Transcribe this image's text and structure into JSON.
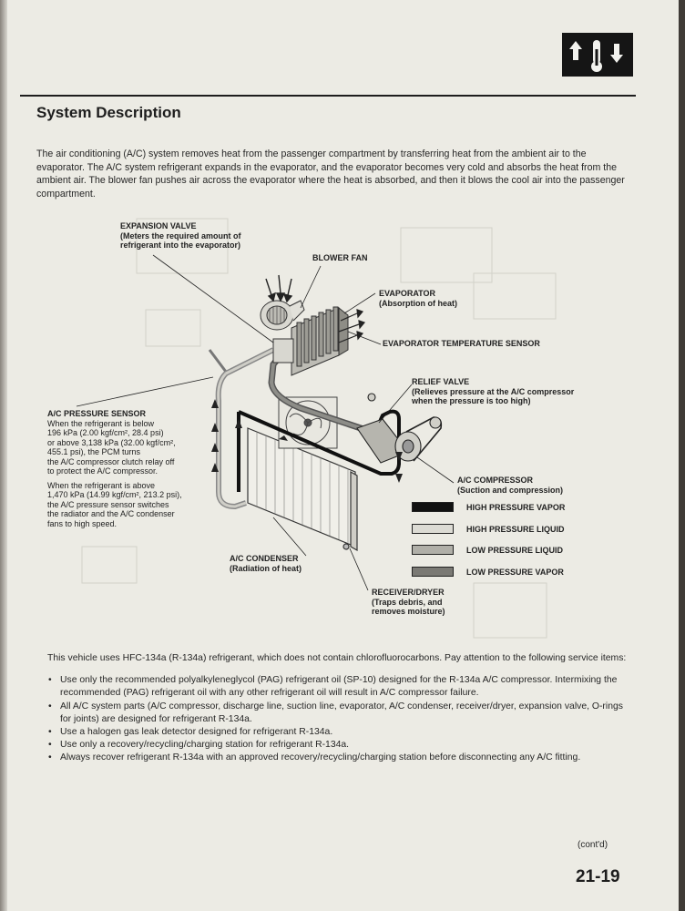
{
  "title": "System Description",
  "intro": "The air conditioning (A/C) system removes heat from the passenger compartment by transferring heat from the ambient air to the evaporator. The A/C system refrigerant expands in the evaporator, and the evaporator becomes very cold and absorbs the heat from the ambient air. The blower fan pushes air across the evaporator where the heat is absorbed, and then it blows the cool air into the passenger compartment.",
  "diagram": {
    "expansion_valve": {
      "name": "EXPANSION VALVE",
      "line1": "(Meters the required amount of",
      "line2": "refrigerant into the evaporator)"
    },
    "blower_fan": "BLOWER FAN",
    "evaporator": {
      "name": "EVAPORATOR",
      "desc": "(Absorption of heat)"
    },
    "evaporator_temp_sensor": "EVAPORATOR TEMPERATURE SENSOR",
    "relief_valve": {
      "name": "RELIEF VALVE",
      "line1": "(Relieves pressure at the A/C compressor",
      "line2": "when the pressure is too high)"
    },
    "pressure_sensor": {
      "name": "A/C PRESSURE SENSOR",
      "p1_l1": "When the refrigerant is below",
      "p1_l2": "196 kPa (2.00 kgf/cm², 28.4 psi)",
      "p1_l3": "or above 3,138 kPa (32.00 kgf/cm²,",
      "p1_l4": "455.1 psi), the PCM turns",
      "p1_l5": "the A/C compressor clutch relay off",
      "p1_l6": "to protect the A/C compressor.",
      "p2_l1": "When the refrigerant is above",
      "p2_l2": "1,470 kPa (14.99 kgf/cm², 213.2 psi),",
      "p2_l3": "the A/C pressure sensor switches",
      "p2_l4": "the radiator and the A/C condenser",
      "p2_l5": "fans to high speed."
    },
    "compressor": {
      "name": "A/C COMPRESSOR",
      "desc": "(Suction and compression)"
    },
    "condenser": {
      "name": "A/C CONDENSER",
      "desc": "(Radiation of heat)"
    },
    "receiver": {
      "name": "RECEIVER/DRYER",
      "line1": "(Traps debris, and",
      "line2": "removes moisture)"
    }
  },
  "legend": [
    "HIGH PRESSURE VAPOR",
    "HIGH PRESSURE LIQUID",
    "LOW PRESSURE LIQUID",
    "LOW PRESSURE VAPOR"
  ],
  "notes": {
    "intro": "This vehicle uses HFC-134a (R-134a) refrigerant, which does not contain chlorofluorocarbons. Pay attention to the following service items:",
    "items": [
      "Use only the recommended polyalkyleneglycol (PAG) refrigerant oil (SP-10) designed for the R-134a A/C compressor. Intermixing the recommended (PAG) refrigerant oil with any other refrigerant oil will result in A/C compressor failure.",
      "All A/C system parts (A/C compressor, discharge line, suction line, evaporator, A/C condenser, receiver/dryer, expansion valve, O-rings for joints) are designed for refrigerant R-134a.",
      "Use a halogen gas leak detector designed for refrigerant R-134a.",
      "Use only a recovery/recycling/charging station for refrigerant R-134a.",
      "Always recover refrigerant R-134a with an approved recovery/recycling/charging station before disconnecting any A/C fitting."
    ]
  },
  "footer": {
    "contd": "(cont'd)",
    "page": "21-19"
  }
}
